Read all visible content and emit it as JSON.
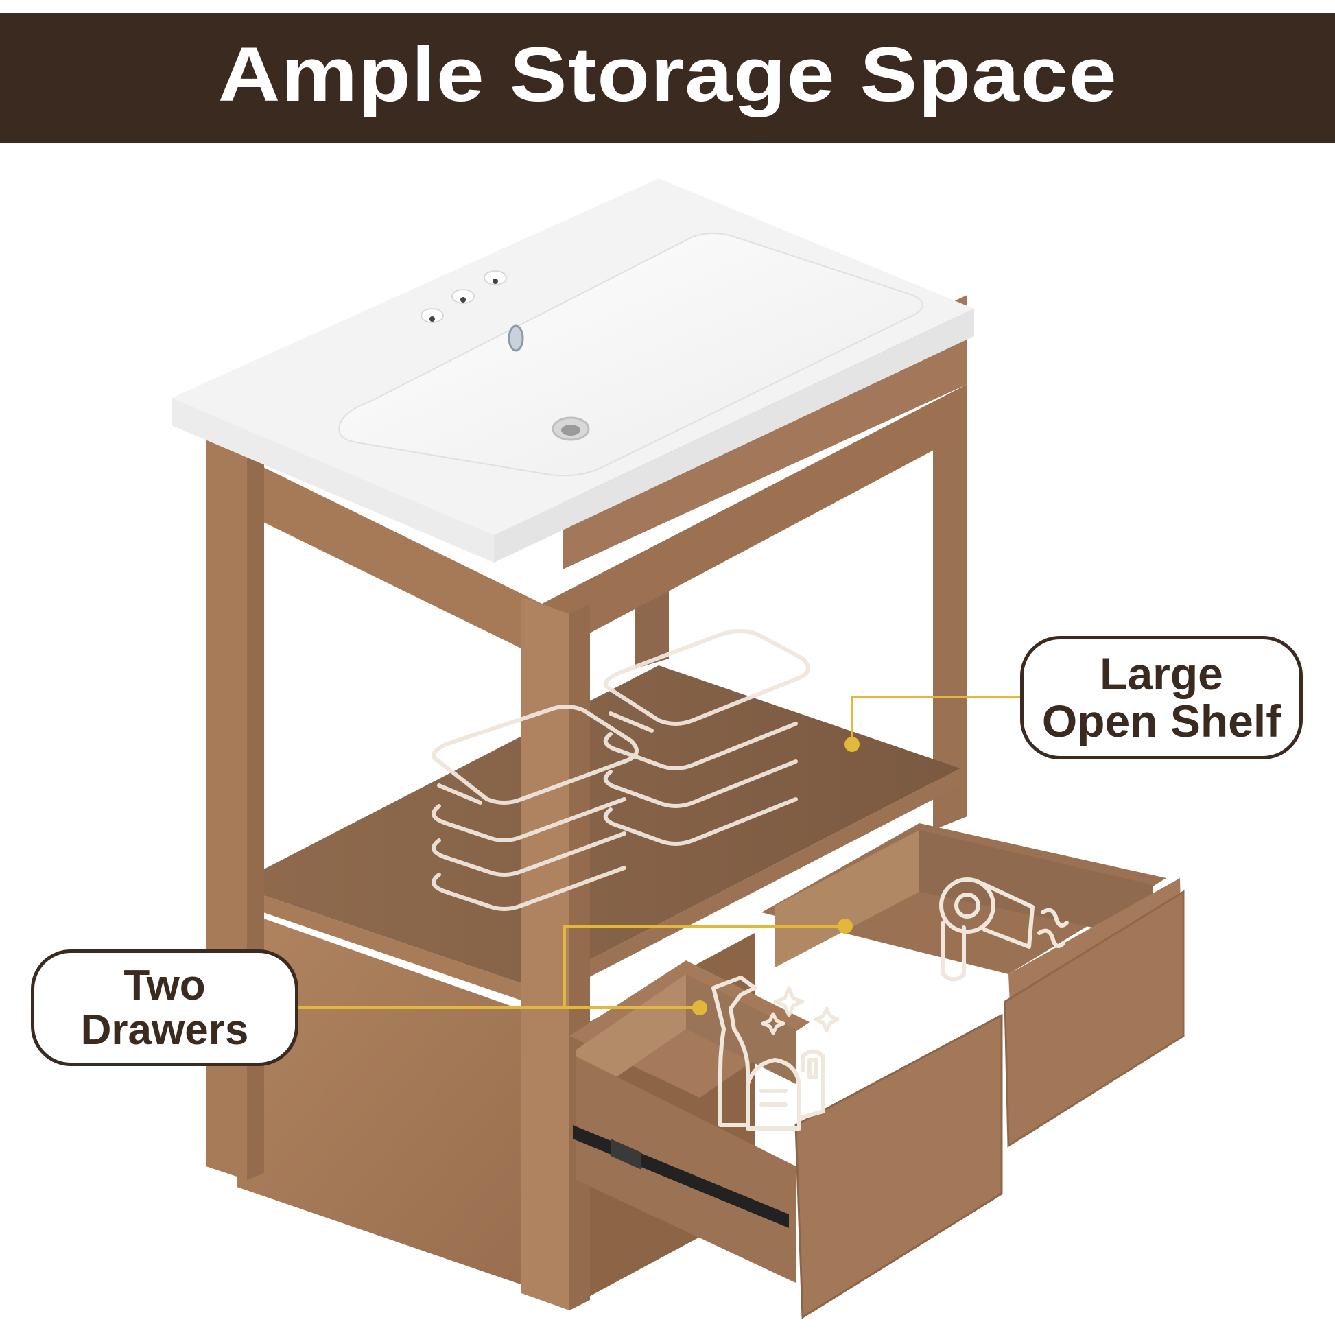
{
  "banner": {
    "title": "Ample Storage Space",
    "background_color": "#3a2a20",
    "text_color": "#ffffff"
  },
  "callouts": [
    {
      "id": "large-open-shelf",
      "lines": [
        "Large",
        "Open Shelf"
      ]
    },
    {
      "id": "two-drawers",
      "lines": [
        "Two",
        "Drawers"
      ]
    }
  ],
  "colors": {
    "wood": "#a57a58",
    "wood_dark": "#7e5b42",
    "sink_white": "#f7f7f7",
    "callout_line": "#e2b83a",
    "callout_border": "#3a2a20",
    "icon_outline": "#efe6dc"
  },
  "icons": [
    "towels-icon",
    "hair-dryer-icon",
    "cleaning-supplies-icon",
    "sparkle-icon"
  ]
}
